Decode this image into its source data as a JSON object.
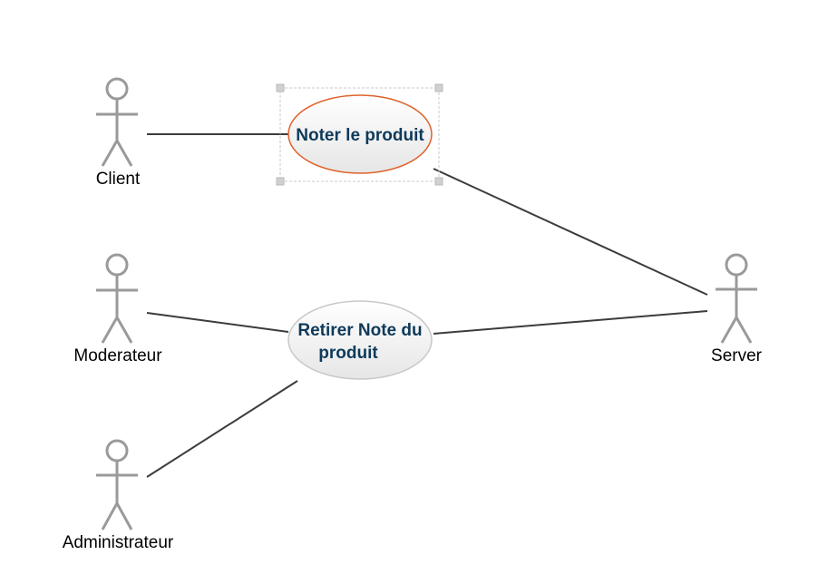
{
  "actors": {
    "client": "Client",
    "moderateur": "Moderateur",
    "administrateur": "Administrateur",
    "server": "Server"
  },
  "use_cases": {
    "noter": {
      "label": "Noter le produit",
      "selected": true
    },
    "retirer": {
      "line1": "Retirer Note du",
      "line2": "produit"
    }
  },
  "colors": {
    "actor_stroke": "#9a9a9a",
    "line": "#3c3c3c",
    "usecase_text": "#0e3a5a",
    "selected_border": "#e0622a",
    "usecase_border": "#c8c8c8",
    "selection_handle": "#c8c8c8"
  }
}
